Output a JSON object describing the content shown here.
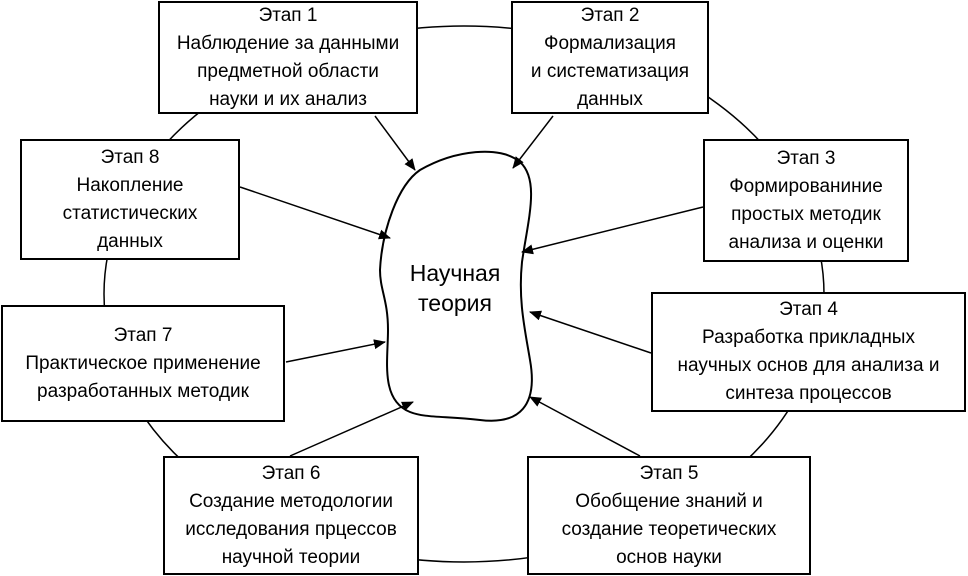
{
  "center": {
    "line1": "Научная",
    "line2": "теория"
  },
  "stages": [
    {
      "title": "Этап 1",
      "lines": [
        "Наблюдение за данными",
        "предметной области",
        "науки и их анализ"
      ]
    },
    {
      "title": "Этап 2",
      "lines": [
        "Формализация",
        "и систематизация",
        "данных"
      ]
    },
    {
      "title": "Этап 3",
      "lines": [
        "Формированиние",
        "простых методик",
        "анализа и оценки"
      ]
    },
    {
      "title": "Этап 4",
      "lines": [
        "Разработка прикладных",
        "научных основ для анализа и",
        "синтеза процессов"
      ]
    },
    {
      "title": "Этап 5",
      "lines": [
        "Обобщение знаний и",
        "создание теоретических",
        "основ науки"
      ]
    },
    {
      "title": "Этап 6",
      "lines": [
        "Создание методологии",
        "исследования прцессов",
        "научной теории"
      ]
    },
    {
      "title": "Этап 7",
      "lines": [
        "Практическое применение",
        "разработанных методик"
      ]
    },
    {
      "title": "Этап 8",
      "lines": [
        "Накопление",
        "статистических",
        "данных"
      ]
    }
  ]
}
